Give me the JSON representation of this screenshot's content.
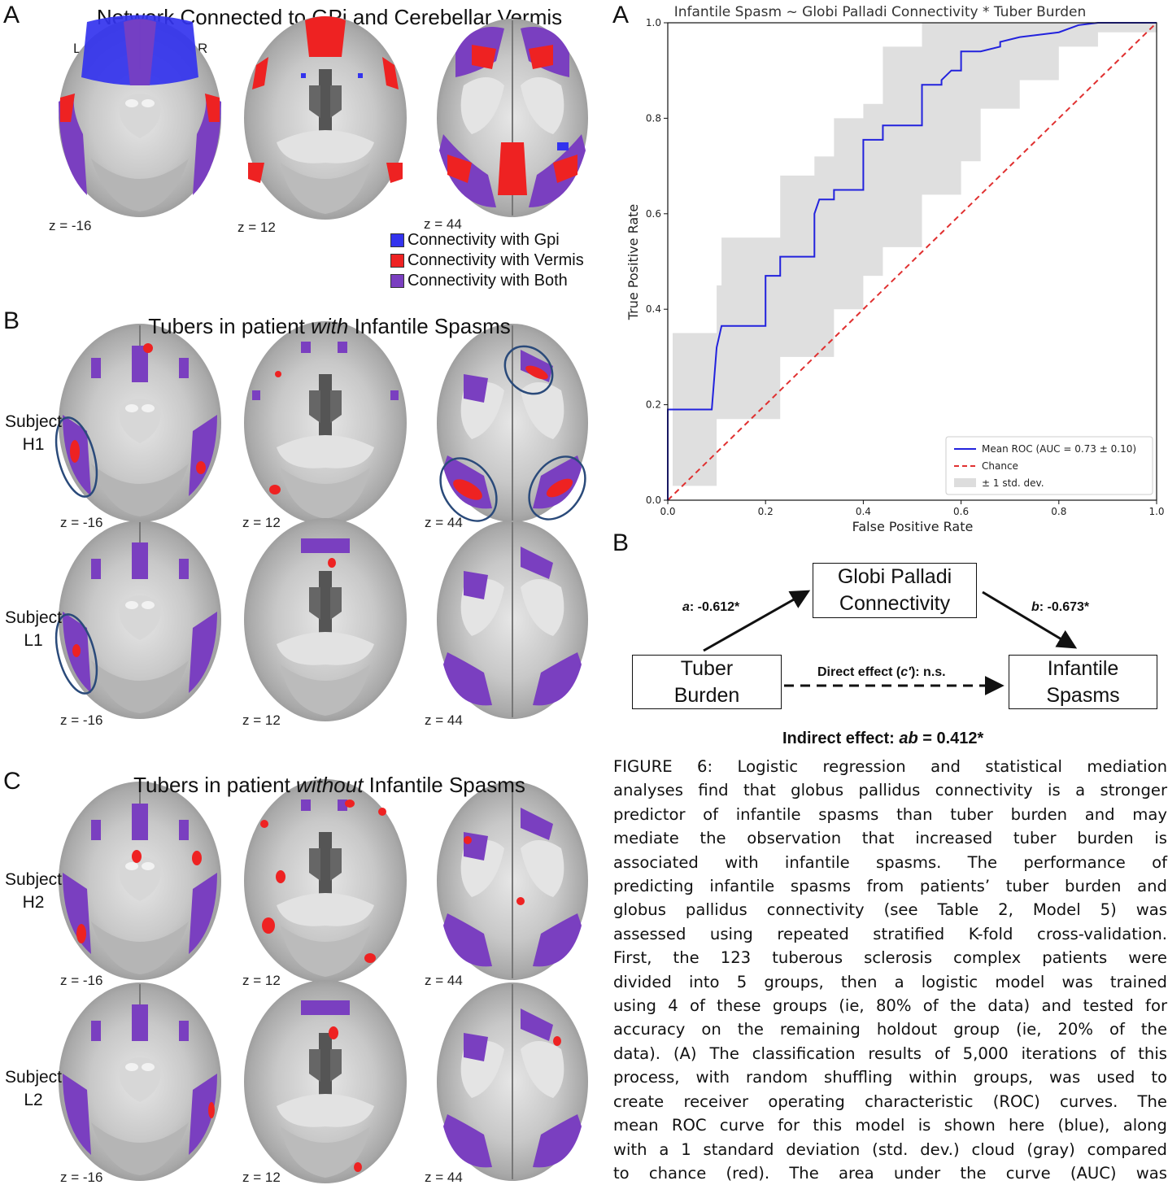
{
  "figure": {
    "panel_A_letter": "A",
    "panel_A_title": "Network Connected to GPi and Cerebellar Vermis",
    "hemisphere_left": "L",
    "hemisphere_right": "R",
    "z_labels": [
      "z = -16",
      "z = 12",
      "z = 44"
    ],
    "legend": [
      {
        "label": "Connectivity with Gpi",
        "color": "#3333ee"
      },
      {
        "label": "Connectivity with Vermis",
        "color": "#ee2222"
      },
      {
        "label": "Connectivity with Both",
        "color": "#7a3fc0"
      }
    ],
    "panel_B_letter": "B",
    "panel_B_title_pre": "Tubers in patient ",
    "panel_B_title_em": "with",
    "panel_B_title_post": " Infantile Spasms",
    "panel_C_letter": "C",
    "panel_C_title_pre": "Tubers in patient ",
    "panel_C_title_em": "without",
    "panel_C_title_post": " Infantile Spasms",
    "subjects": [
      {
        "line1": "Subject",
        "line2": "H1"
      },
      {
        "line1": "Subject",
        "line2": "L1"
      },
      {
        "line1": "Subject",
        "line2": "H2"
      },
      {
        "line1": "Subject",
        "line2": "L2"
      }
    ]
  },
  "roc": {
    "panel_letter": "A",
    "title": "Infantile Spasm ~ Globi Palladi Connectivity * Tuber Burden",
    "xlabel": "False Positive Rate",
    "ylabel": "True Positive Rate",
    "x_ticks": [
      "0.0",
      "0.2",
      "0.4",
      "0.6",
      "0.8",
      "1.0"
    ],
    "y_ticks": [
      "0.0",
      "0.2",
      "0.4",
      "0.6",
      "0.8",
      "1.0"
    ],
    "legend_mean": "Mean ROC (AUC = 0.73 ± 0.10)",
    "legend_chance": "Chance",
    "legend_std": "± 1 std. dev."
  },
  "chart_data": {
    "type": "line",
    "title": "Infantile Spasm ~ Globi Palladi Connectivity * Tuber Burden",
    "xlabel": "False Positive Rate",
    "ylabel": "True Positive Rate",
    "xlim": [
      0,
      1
    ],
    "ylim": [
      0,
      1
    ],
    "grid": false,
    "legend_position": "lower-right",
    "series": [
      {
        "name": "Mean ROC (AUC = 0.73 ± 0.10)",
        "color": "#2222dd",
        "x": [
          0.0,
          0.0,
          0.01,
          0.09,
          0.1,
          0.11,
          0.2,
          0.2,
          0.23,
          0.23,
          0.27,
          0.3,
          0.3,
          0.31,
          0.34,
          0.34,
          0.37,
          0.4,
          0.4,
          0.44,
          0.44,
          0.47,
          0.52,
          0.52,
          0.56,
          0.56,
          0.58,
          0.6,
          0.6,
          0.64,
          0.68,
          0.68,
          0.72,
          0.8,
          0.84,
          0.88,
          0.92,
          1.0
        ],
        "y": [
          0.0,
          0.19,
          0.19,
          0.19,
          0.32,
          0.365,
          0.365,
          0.47,
          0.47,
          0.51,
          0.51,
          0.51,
          0.6,
          0.63,
          0.63,
          0.65,
          0.65,
          0.65,
          0.755,
          0.755,
          0.785,
          0.785,
          0.785,
          0.87,
          0.87,
          0.88,
          0.9,
          0.9,
          0.94,
          0.94,
          0.95,
          0.96,
          0.97,
          0.98,
          0.995,
          1.0,
          1.0,
          1.0
        ]
      },
      {
        "name": "Chance",
        "color": "#e03030",
        "dashed": true,
        "x": [
          0,
          1
        ],
        "y": [
          0,
          1
        ]
      },
      {
        "name": "± 1 std. dev.",
        "color": "#dddddd",
        "band": true,
        "x": [
          0.0,
          0.01,
          0.09,
          0.1,
          0.11,
          0.2,
          0.23,
          0.3,
          0.34,
          0.4,
          0.44,
          0.52,
          0.56,
          0.6,
          0.64,
          0.72,
          0.8,
          0.88,
          1.0
        ],
        "upper": [
          0.0,
          0.35,
          0.35,
          0.45,
          0.55,
          0.55,
          0.68,
          0.72,
          0.8,
          0.83,
          0.95,
          1.0,
          1.0,
          1.0,
          1.0,
          1.0,
          1.0,
          1.0,
          1.0
        ],
        "lower": [
          0.0,
          0.03,
          0.03,
          0.17,
          0.17,
          0.17,
          0.3,
          0.3,
          0.4,
          0.47,
          0.53,
          0.64,
          0.64,
          0.71,
          0.82,
          0.88,
          0.95,
          0.98,
          1.0
        ]
      }
    ]
  },
  "mediation": {
    "panel_letter": "B",
    "mediator": "Globi Palladi Connectivity",
    "mediator_line1": "Globi Palladi",
    "mediator_line2": "Connectivity",
    "predictor_line1": "Tuber",
    "predictor_line2": "Burden",
    "outcome_line1": "Infantile",
    "outcome_line2": "Spasms",
    "path_a_name": "a",
    "path_a_value": ": -0.612*",
    "path_b_name": "b",
    "path_b_value": ": -0.673*",
    "direct_label": "Direct effect (",
    "direct_em": "c'",
    "direct_tail": "): n.s.",
    "indirect_label": "Indirect effect: ",
    "indirect_em": "ab",
    "indirect_value": " = 0.412*"
  },
  "caption": {
    "lines": [
      "FIGURE 6: Logistic regression and statistical mediation",
      "analyses find that globus pallidus connectivity is a stronger",
      "predictor of infantile spasms than tuber burden and may",
      "mediate the observation that increased tuber burden is",
      "associated with infantile spasms. The performance of",
      "predicting infantile spasms from patients’ tuber burden and",
      "globus pallidus connectivity (see Table 2, Model 5) was",
      "assessed using repeated stratified K-fold cross-validation.",
      "First, the 123 tuberous sclerosis complex patients were",
      "divided into 5 groups, then a logistic model was trained",
      "using 4 of these groups (ie, 80% of the data) and tested for",
      "accuracy on the remaining holdout group (ie, 20% of the",
      "data). (A) The classification results of 5,000 iterations of this",
      "process, with random shuffling within groups, was used to",
      "create receiver operating characteristic (ROC) curves. The",
      "mean ROC curve for this model is shown here (blue), along",
      "with a 1 standard deviation (std. dev.) cloud (gray) compared",
      "to chance (red). The area under the curve (AUC) was"
    ]
  }
}
